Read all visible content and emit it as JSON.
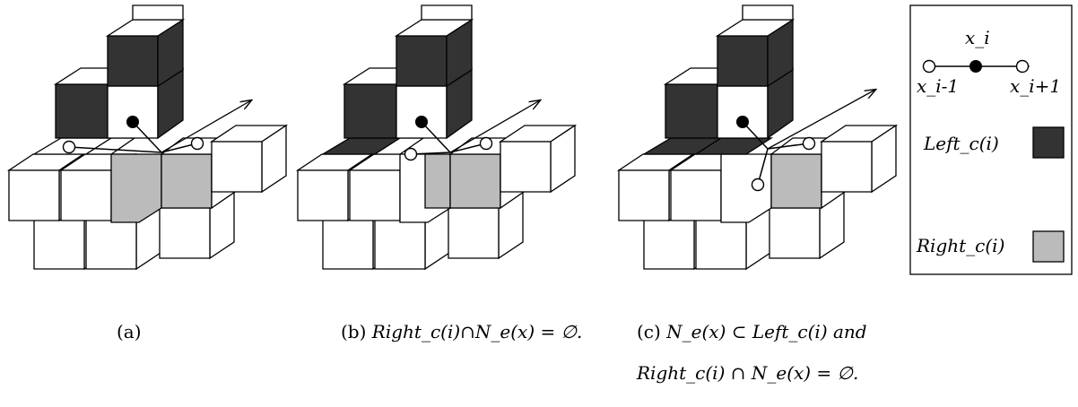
{
  "figure": {
    "captions": {
      "a": {
        "label": "(a)"
      },
      "b": {
        "label": "(b)",
        "math": "Right_c(i)∩N_e(x) = ∅."
      },
      "c": {
        "label": "(c)",
        "line1": "N_e(x) ⊂ Left_c(i) and",
        "line2": "Right_c(i) ∩ N_e(x) = ∅."
      }
    },
    "legend": {
      "x_i": "x_i",
      "x_prev": "x_i-1",
      "x_next": "x_i+1",
      "left_label": "Left_c(i)",
      "right_label": "Right_c(i)",
      "left_color": "#333333",
      "right_color": "#bbbbbb"
    }
  }
}
